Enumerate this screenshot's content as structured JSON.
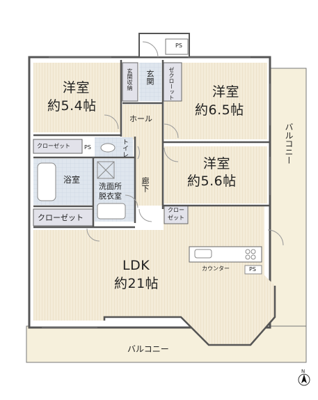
{
  "rooms": {
    "western_a_name": "洋室",
    "western_a_size": "約5.4帖",
    "western_b_name": "洋室",
    "western_b_size": "約6.5帖",
    "western_c_name": "洋室",
    "western_c_size": "約5.6帖",
    "ldk_name": "LDK",
    "ldk_size": "約21帖",
    "bath": "浴室",
    "washroom_l1": "洗面所",
    "washroom_l2": "脱衣室",
    "hall": "ホール",
    "corridor": "廊下",
    "entrance": "玄関",
    "entrance_storage": "玄関収納",
    "toilet": "トイレ",
    "closet_w": "クローゼット",
    "closet_l": "クローゼット",
    "closet_s_l1": "クロー",
    "closet_s_l2": "ゼット",
    "wic": "ゼクローット",
    "counter": "カウンター",
    "balcony_right": "バルコニー",
    "balcony_bottom": "バルコニー",
    "ps_top": "PS",
    "ps_mid": "PS",
    "ps_counter": "PS"
  },
  "compass": {
    "north": "N"
  },
  "colors": {
    "floor_wood": "#f3ead6",
    "balcony": "#f6f0dc",
    "wet_area": "#dbe3ec",
    "closet": "#e2e2ea",
    "wall": "#555555"
  }
}
